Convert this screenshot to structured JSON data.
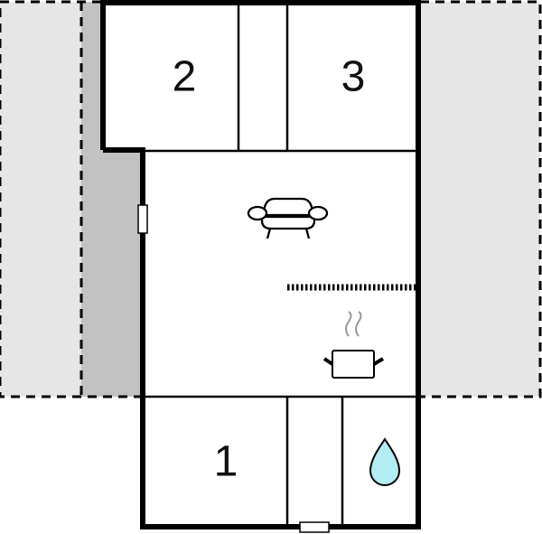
{
  "diagram": {
    "type": "floor-plan",
    "colors": {
      "wall": "#000000",
      "terrace_light": "#e6e6e6",
      "terrace_dark": "#c2c2c2",
      "room_fill": "#ffffff",
      "water_drop": "#b3ecf3",
      "steam": "#999999"
    },
    "rooms": [
      {
        "id": "bedroom-2",
        "label": "2"
      },
      {
        "id": "bedroom-3",
        "label": "3"
      },
      {
        "id": "bedroom-1",
        "label": "1"
      }
    ],
    "icons": [
      {
        "name": "sofa-icon",
        "meaning": "living room"
      },
      {
        "name": "cooking-pot-icon",
        "meaning": "kitchen"
      },
      {
        "name": "water-drop-icon",
        "meaning": "bathroom"
      }
    ],
    "areas": [
      {
        "name": "terrace-left",
        "style": "dashed outline"
      },
      {
        "name": "terrace-right",
        "style": "dashed outline"
      }
    ]
  }
}
